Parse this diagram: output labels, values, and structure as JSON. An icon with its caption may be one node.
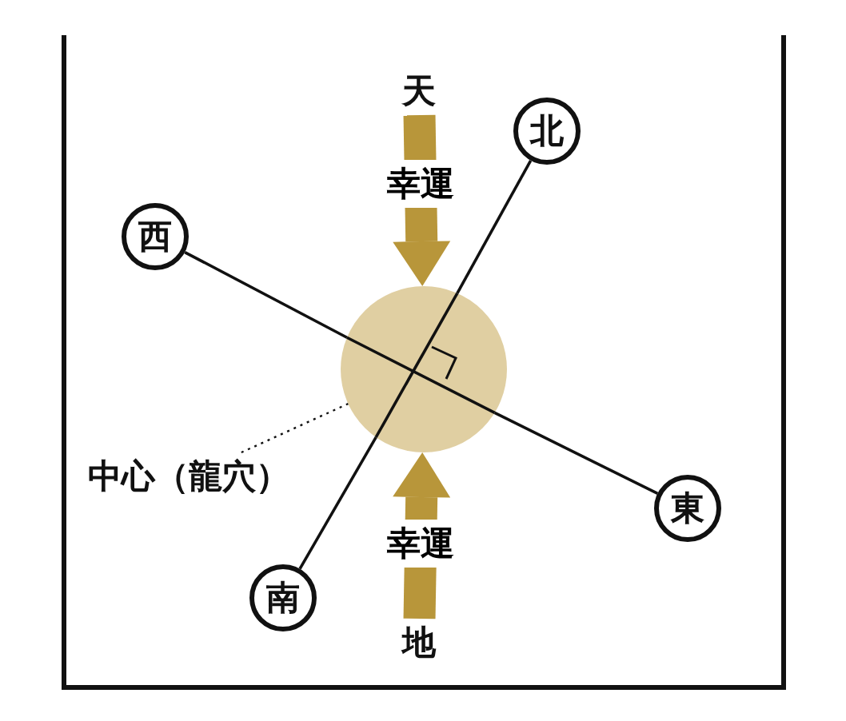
{
  "diagram": {
    "nodes": [
      {
        "text": [
          "天"
        ]
      },
      {
        "text": [
          "北"
        ]
      },
      {
        "text": [
          "西"
        ]
      },
      {
        "text": [],
        "shape": "circle"
      },
      {
        "text": [
          "中心（龍穴）"
        ]
      },
      {
        "text": [
          "東"
        ]
      },
      {
        "text": [
          "南"
        ]
      },
      {
        "text": [
          "地"
        ]
      }
    ],
    "edges": [
      {
        "from": 0,
        "to": 3,
        "arrow": "to",
        "label": "幸運",
        "style": "thick",
        "color": "#b8963a"
      },
      {
        "from": 7,
        "to": 3,
        "arrow": "to",
        "label": "幸運",
        "style": "thick",
        "color": "#b8963a"
      },
      {
        "from": 1,
        "to": 3,
        "arrow": "none"
      },
      {
        "from": 3,
        "to": 6,
        "arrow": "none"
      },
      {
        "from": 2,
        "to": 3,
        "arrow": "none"
      },
      {
        "from": 3,
        "to": 5,
        "arrow": "none"
      },
      {
        "from": 4,
        "to": 3,
        "arrow": "none",
        "style": "dashed"
      }
    ]
  }
}
